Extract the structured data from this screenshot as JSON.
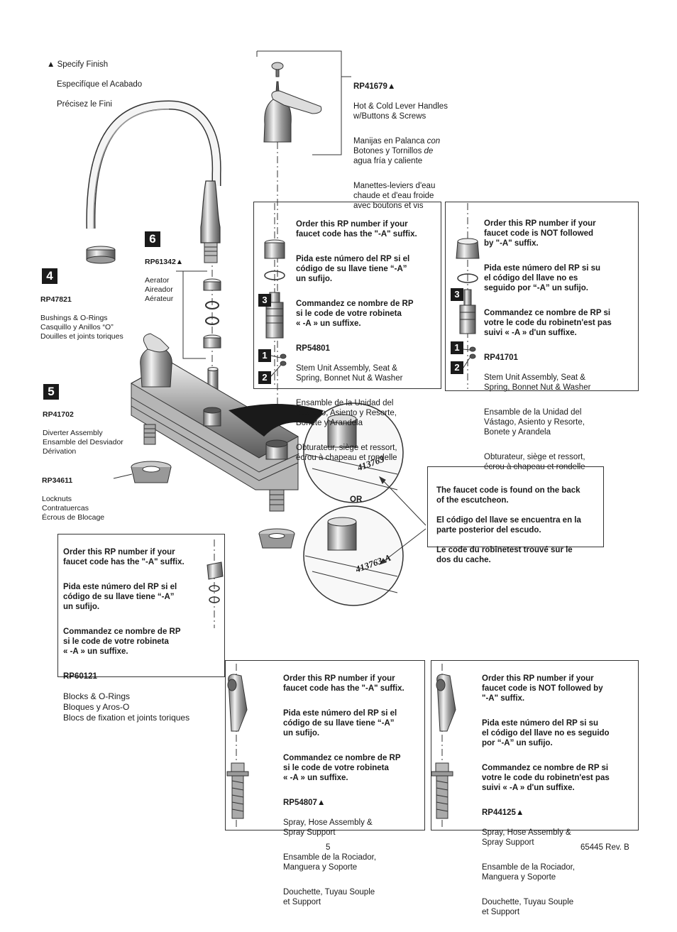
{
  "finish_note": {
    "lines": [
      "▲ Specify Finish",
      "Especifíque el Acabado",
      "Précisez le Fini"
    ]
  },
  "handles": {
    "part": "RP41679▲",
    "en": "Hot & Cold Lever Handles\nw/Buttons & Screws",
    "es_1": "Manijas en Palanca ",
    "es_2": "con",
    "es_3": "\nBotones y Tornillos ",
    "es_4": "de",
    "es_5": "\nagua fría y caliente",
    "fr": "Manettes-leviers d'eau\nchaude et d'eau froide\navec boutons et vis"
  },
  "aerator": {
    "number": "6",
    "part": "RP61342▲",
    "text": "Aerator\nAireador\nAérateur"
  },
  "bushings": {
    "number": "4",
    "part": "RP47821",
    "text": "Bushings & O-Rings\nCasquillo y Anillos “O”\nDouilles et joints toriques"
  },
  "diverter": {
    "number": "5",
    "part": "RP41702",
    "text": "Diverter Assembly\nEnsamble del Desviador\nDérivation"
  },
  "locknuts": {
    "part": "RP34611",
    "text": "Locknuts\nContratuercas\nÉcrous de Blocage"
  },
  "stem_a": {
    "order_en": "Order this RP number if your\nfaucet code has the \"-A\" suffix.",
    "order_es": "Pida este número del RP si el\ncódigo de su llave tiene “-A”\nun sufijo.",
    "order_fr": "Commandez ce nombre de RP\nsi le code de votre robineta\n« -A »  un suffixe.",
    "part": "RP54801",
    "en": "Stem Unit Assembly, Seat &\nSpring, Bonnet Nut & Washer",
    "es": "Ensamble de la Unidad del\nVástago, Asiento y Resorte,\nBonete y Arandela",
    "fr": "Obturateur, siège et ressort,\nécrou à chapeau et rondelle",
    "n3": "3",
    "n1": "1",
    "n2": "2"
  },
  "stem_no_a": {
    "order_en": "Order this RP number if your\nfaucet code is NOT followed\nby \"-A\" suffix.",
    "order_es": "Pida este número del RP si su\nel código del llave no es\nseguido por “-A” un sufijo.",
    "order_fr": "Commandez ce nombre de RP si\nvotre le code du robinetn'est pas\nsuivi « -A » d'un suffixe.",
    "part": "RP41701",
    "en": "Stem Unit Assembly, Seat &\nSpring, Bonnet Nut & Washer",
    "es": "Ensamble de la Unidad del\nVástago, Asiento y Resorte,\nBonete y Arandela",
    "fr": "Obturateur, siège et ressort,\nécrou à chapeau et rondelle",
    "n3": "3",
    "n1": "1",
    "n2": "2"
  },
  "code_note": {
    "en": "The faucet code is found on the back\nof the escutcheon.",
    "es": "El código del llave se encuentra en la\nparte posterior del escudo.",
    "fr": "Le code du robinetest trouvé sur le\ndos du cache."
  },
  "codes": {
    "code1": "413763",
    "or": "OR",
    "code2": "413763-A"
  },
  "blocks": {
    "order_en": "Order this RP number if your\nfaucet code has the \"-A\" suffix.",
    "order_es": "Pida este número del RP si el\ncódigo de su llave tiene “-A”\nun sufijo.",
    "order_fr": "Commandez ce nombre de RP\nsi le code de votre robineta\n« -A » un suffixe.",
    "part": "RP60121",
    "text": "Blocks & O-Rings\nBloques y Aros-O\nBlocs de fixation et joints toriques"
  },
  "spray_a": {
    "order_en": "Order this RP number if your\nfaucet code has the \"-A\" suffix.",
    "order_es": "Pida este número del RP si el\ncódigo de su llave tiene “-A”\nun sufijo.",
    "order_fr": "Commandez ce nombre de RP\nsi le code de votre robineta\n« -A » un suffixe.",
    "part": "RP54807▲",
    "en": "Spray, Hose Assembly &\nSpray Support",
    "es": "Ensamble de la Rociador,\nManguera y Soporte",
    "fr": "Douchette, Tuyau Souple\net Support"
  },
  "spray_no_a": {
    "order_en": "Order this RP number if your\nfaucet code is NOT followed by\n\"-A\" suffix.",
    "order_es": "Pida este número del RP si su\nel código del llave no es seguido\npor “-A” un sufijo.",
    "order_fr": "Commandez ce nombre de RP si\nvotre le code du robinetn'est pas\nsuivi « -A » d'un suffixe.",
    "part": "RP44125▲",
    "en": "Spray, Hose Assembly &\nSpray Support",
    "es": "Ensamble de la Rociador,\nManguera y Soporte",
    "fr": "Douchette, Tuyau Souple\net Support"
  },
  "footer": {
    "page": "5",
    "doc": "65445 Rev. B"
  }
}
